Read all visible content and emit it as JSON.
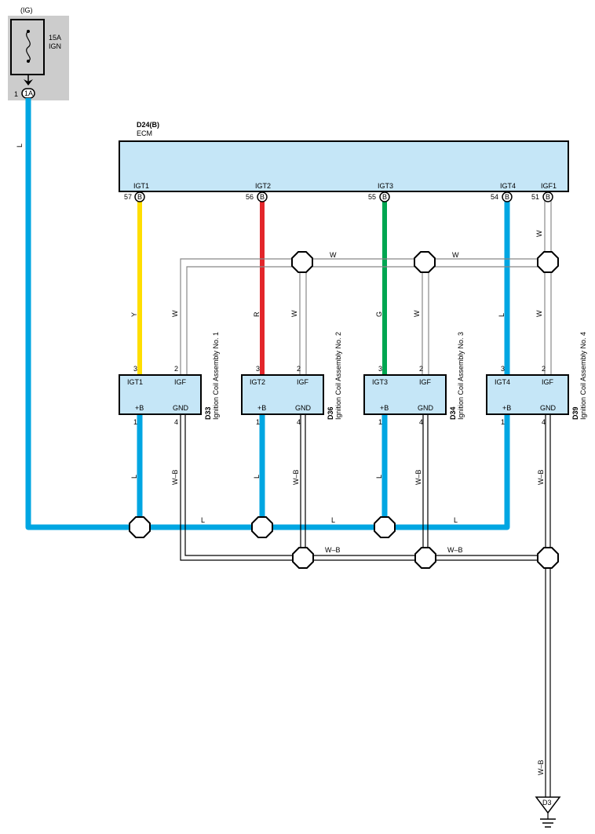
{
  "fuse": {
    "header": "(IG)",
    "rating": "15A",
    "name": "IGN",
    "pin": "1",
    "connector": "1A"
  },
  "ecm": {
    "code": "D24(B)",
    "name": "ECM",
    "pins": [
      {
        "label": "IGT1",
        "num": "57",
        "conn": "B"
      },
      {
        "label": "IGT2",
        "num": "56",
        "conn": "B"
      },
      {
        "label": "IGT3",
        "num": "55",
        "conn": "B"
      },
      {
        "label": "IGT4",
        "num": "54",
        "conn": "B"
      },
      {
        "label": "IGF1",
        "num": "51",
        "conn": "B"
      }
    ]
  },
  "coils": [
    {
      "code": "D33",
      "name": "Ignition Coil Assembly No. 1",
      "igt": "IGT1",
      "igf": "IGF",
      "pb": "+B",
      "gnd": "GND",
      "pin_igt": "3",
      "pin_igf": "2",
      "pin_pb": "1",
      "pin_gnd": "4",
      "igt_wire": "Y",
      "igf_wire": "W",
      "pb_wire": "L",
      "gnd_wire": "W–B"
    },
    {
      "code": "D36",
      "name": "Ignition Coil Assembly No. 2",
      "igt": "IGT2",
      "igf": "IGF",
      "pb": "+B",
      "gnd": "GND",
      "pin_igt": "3",
      "pin_igf": "2",
      "pin_pb": "1",
      "pin_gnd": "4",
      "igt_wire": "R",
      "igf_wire": "W",
      "pb_wire": "L",
      "gnd_wire": "W–B"
    },
    {
      "code": "D34",
      "name": "Ignition Coil Assembly No. 3",
      "igt": "IGT3",
      "igf": "IGF",
      "pb": "+B",
      "gnd": "GND",
      "pin_igt": "3",
      "pin_igf": "2",
      "pin_pb": "1",
      "pin_gnd": "4",
      "igt_wire": "G",
      "igf_wire": "W",
      "pb_wire": "L",
      "gnd_wire": "W–B"
    },
    {
      "code": "D39",
      "name": "Ignition Coil Assembly No. 4",
      "igt": "IGT4",
      "igf": "IGF",
      "pb": "+B",
      "gnd": "GND",
      "pin_igt": "3",
      "pin_igf": "2",
      "pin_pb": "1",
      "pin_gnd": "4",
      "igt_wire": "L",
      "igf_wire": "W",
      "pb_wire": "L",
      "gnd_wire": "W–B"
    }
  ],
  "wires": {
    "feed": "L",
    "igf1": "W",
    "igf_bus_a": "W",
    "igf_bus_b": "W",
    "pb_bus_a": "L",
    "pb_bus_b": "L",
    "pb_bus_c": "L",
    "gnd_bus_a": "W–B",
    "gnd_bus_b": "W–B",
    "ground_lead": "W–B"
  },
  "ground": {
    "code": "D3"
  },
  "colors": {
    "L": "#00a6e2",
    "Y": "#ffde00",
    "R": "#e3262b",
    "G": "#00a651",
    "ecm_fill": "#c5e6f7",
    "fuse_panel": "#cccccc"
  }
}
